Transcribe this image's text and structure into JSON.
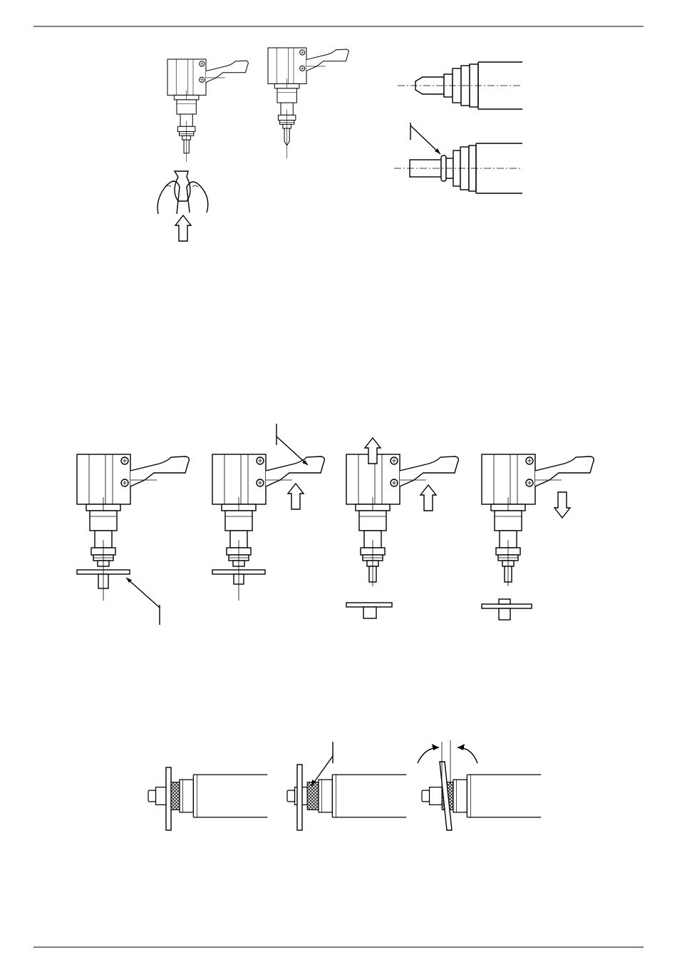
{
  "page": {
    "kind": "tool-operation-illustrations",
    "text": []
  },
  "sections": [
    {
      "id": "nose-insertion",
      "figures": [
        "tool-hand-insert",
        "tool-inserted",
        "nose-side-view"
      ]
    },
    {
      "id": "setting-sequence",
      "figures": [
        "step-1-workpiece",
        "step-2-trigger",
        "step-3-pull",
        "step-4-release"
      ]
    },
    {
      "id": "alignment-check",
      "figures": [
        "plate-straight",
        "plate-pointer",
        "plate-tilt"
      ]
    }
  ],
  "icons": [
    "up-arrow-icon",
    "down-arrow-icon",
    "rotate-arrow-icon"
  ]
}
